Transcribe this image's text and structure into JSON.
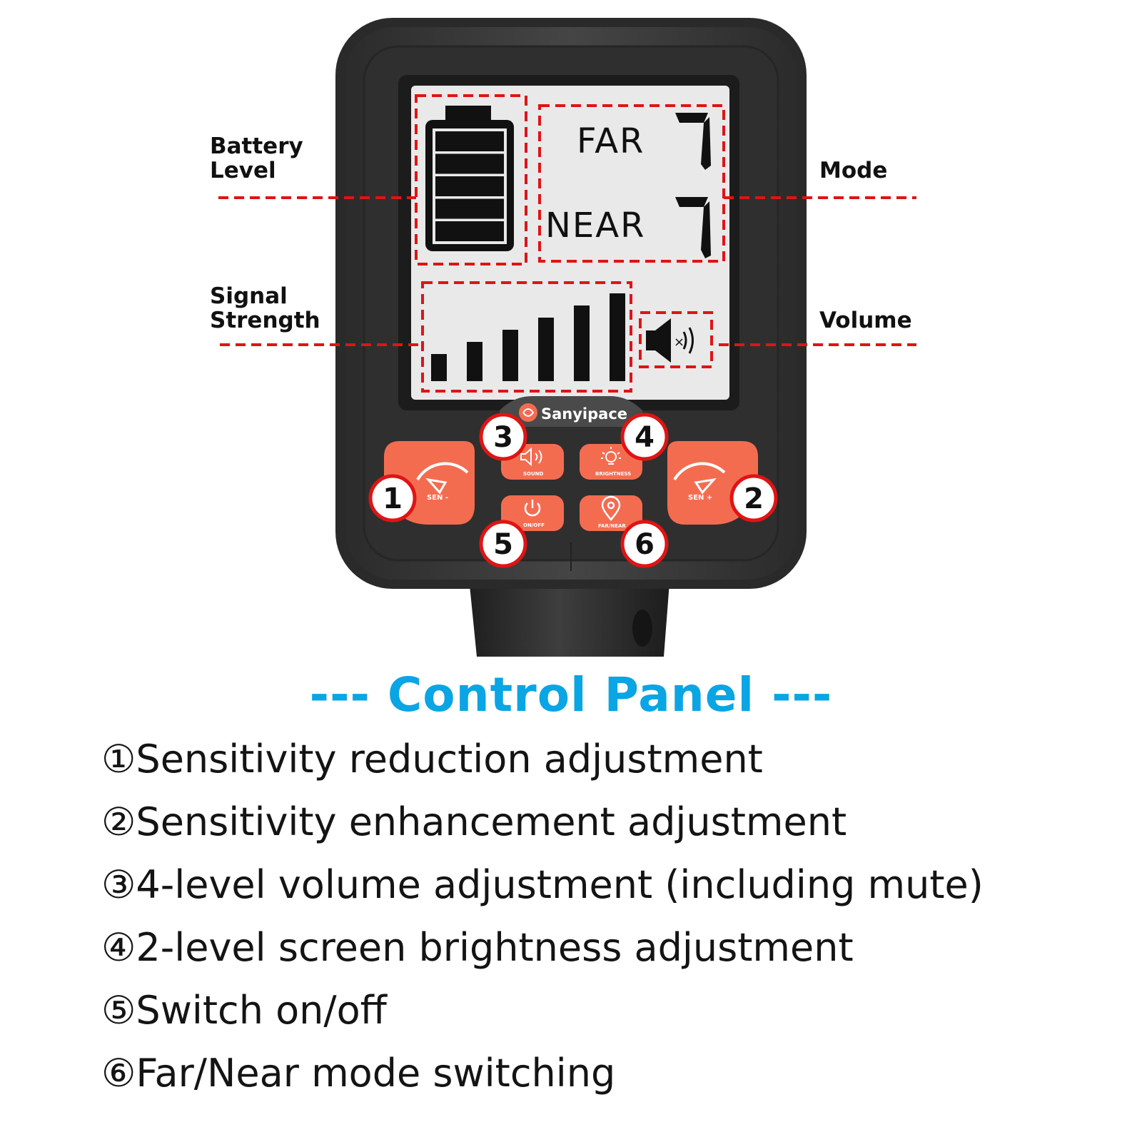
{
  "callouts": {
    "battery": "Battery\nLevel",
    "mode": "Mode",
    "signal": "Signal\nStrength",
    "volume": "Volume"
  },
  "lcd": {
    "far_label": "FAR",
    "near_label": "NEAR",
    "far_digit": "7",
    "near_digit": "7",
    "battery_bars": 5,
    "signal_bars": 6,
    "volume_icon": "speaker-muted-icon"
  },
  "brand": "Sanyipace",
  "buttons": {
    "sen_minus": "SEN -",
    "sen_plus": "SEN +",
    "sound": "SOUND",
    "brightness": "BRIGHTNESS",
    "on_off": "ON/OFF",
    "far_near": "FAR/NEAR"
  },
  "markers": [
    "1",
    "2",
    "3",
    "4",
    "5",
    "6"
  ],
  "title": "--- Control Panel ---",
  "features": [
    "①Sensitivity reduction adjustment",
    "②Sensitivity enhancement adjustment",
    "③4-level volume adjustment (including mute)",
    "④2-level screen brightness adjustment",
    "⑤Switch on/off",
    "⑥Far/Near mode switching"
  ],
  "colors": {
    "accent_button": "#f46c50",
    "callout_dash": "#e01414",
    "title": "#0aa5e4",
    "lcd_bg": "#e9e9e9",
    "body": "#3a3a3a"
  }
}
